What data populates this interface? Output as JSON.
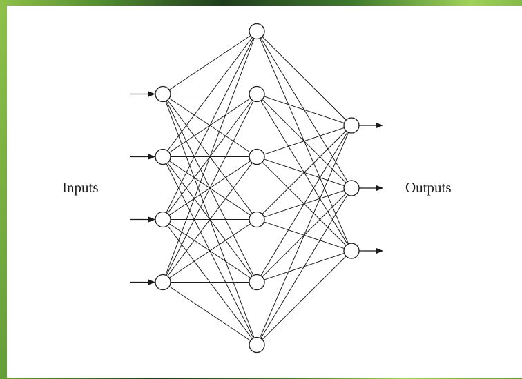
{
  "diagram": {
    "inputs_label": "Inputs",
    "outputs_label": "Outputs",
    "layers": [
      {
        "name": "input",
        "neurons": 4
      },
      {
        "name": "hidden",
        "neurons": 6
      },
      {
        "name": "output",
        "neurons": 3
      }
    ],
    "connectivity": "fully-connected",
    "colors": {
      "line": "#1a1a1a",
      "node_fill": "#ffffff",
      "background": "#ffffff"
    }
  }
}
